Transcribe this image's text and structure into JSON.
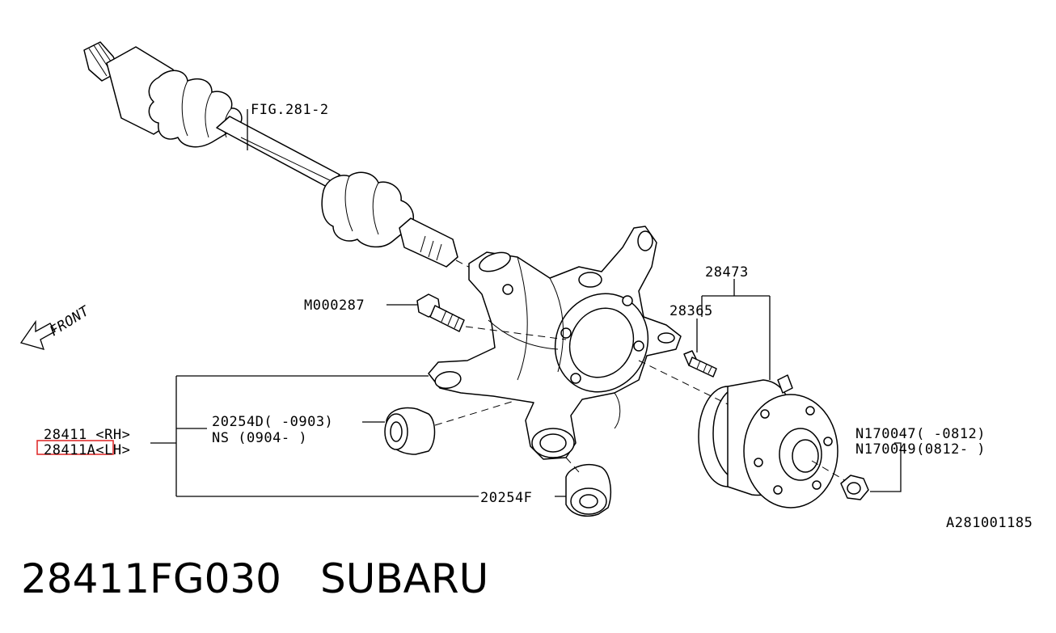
{
  "diagram": {
    "labels": {
      "fig_ref": "FIG.281-2",
      "front": "FRONT",
      "bolt": "M000287",
      "hub_assy": "28473",
      "hub_bolt": "28365",
      "bushing_d": "20254D( -0903)",
      "bushing_ns": "NS (0904- )",
      "bushing_f": "20254F",
      "housing_rh": "28411 <RH>",
      "housing_lh": "28411A<LH>",
      "nut_1": "N170047( -0812)",
      "nut_2": "N170049(0812- )",
      "drawing_no": "A281001185"
    },
    "highlight_color": "#e03030"
  },
  "footer": {
    "part_number": "28411FG030",
    "brand": "SUBARU"
  }
}
